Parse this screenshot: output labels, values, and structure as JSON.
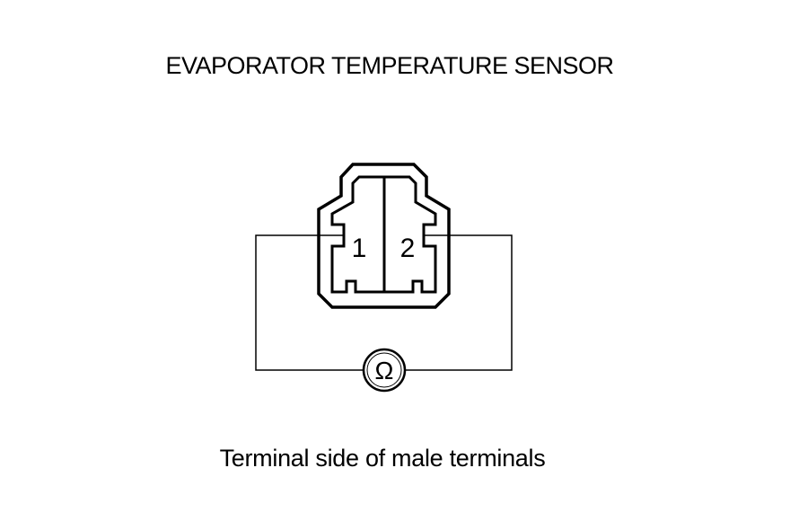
{
  "diagram": {
    "title": "EVAPORATOR TEMPERATURE SENSOR",
    "caption": "Terminal side of male terminals",
    "connector": {
      "terminals": [
        {
          "label": "1"
        },
        {
          "label": "2"
        }
      ]
    },
    "meter": {
      "symbol": "Ω",
      "icon": "ohmmeter-icon"
    }
  }
}
